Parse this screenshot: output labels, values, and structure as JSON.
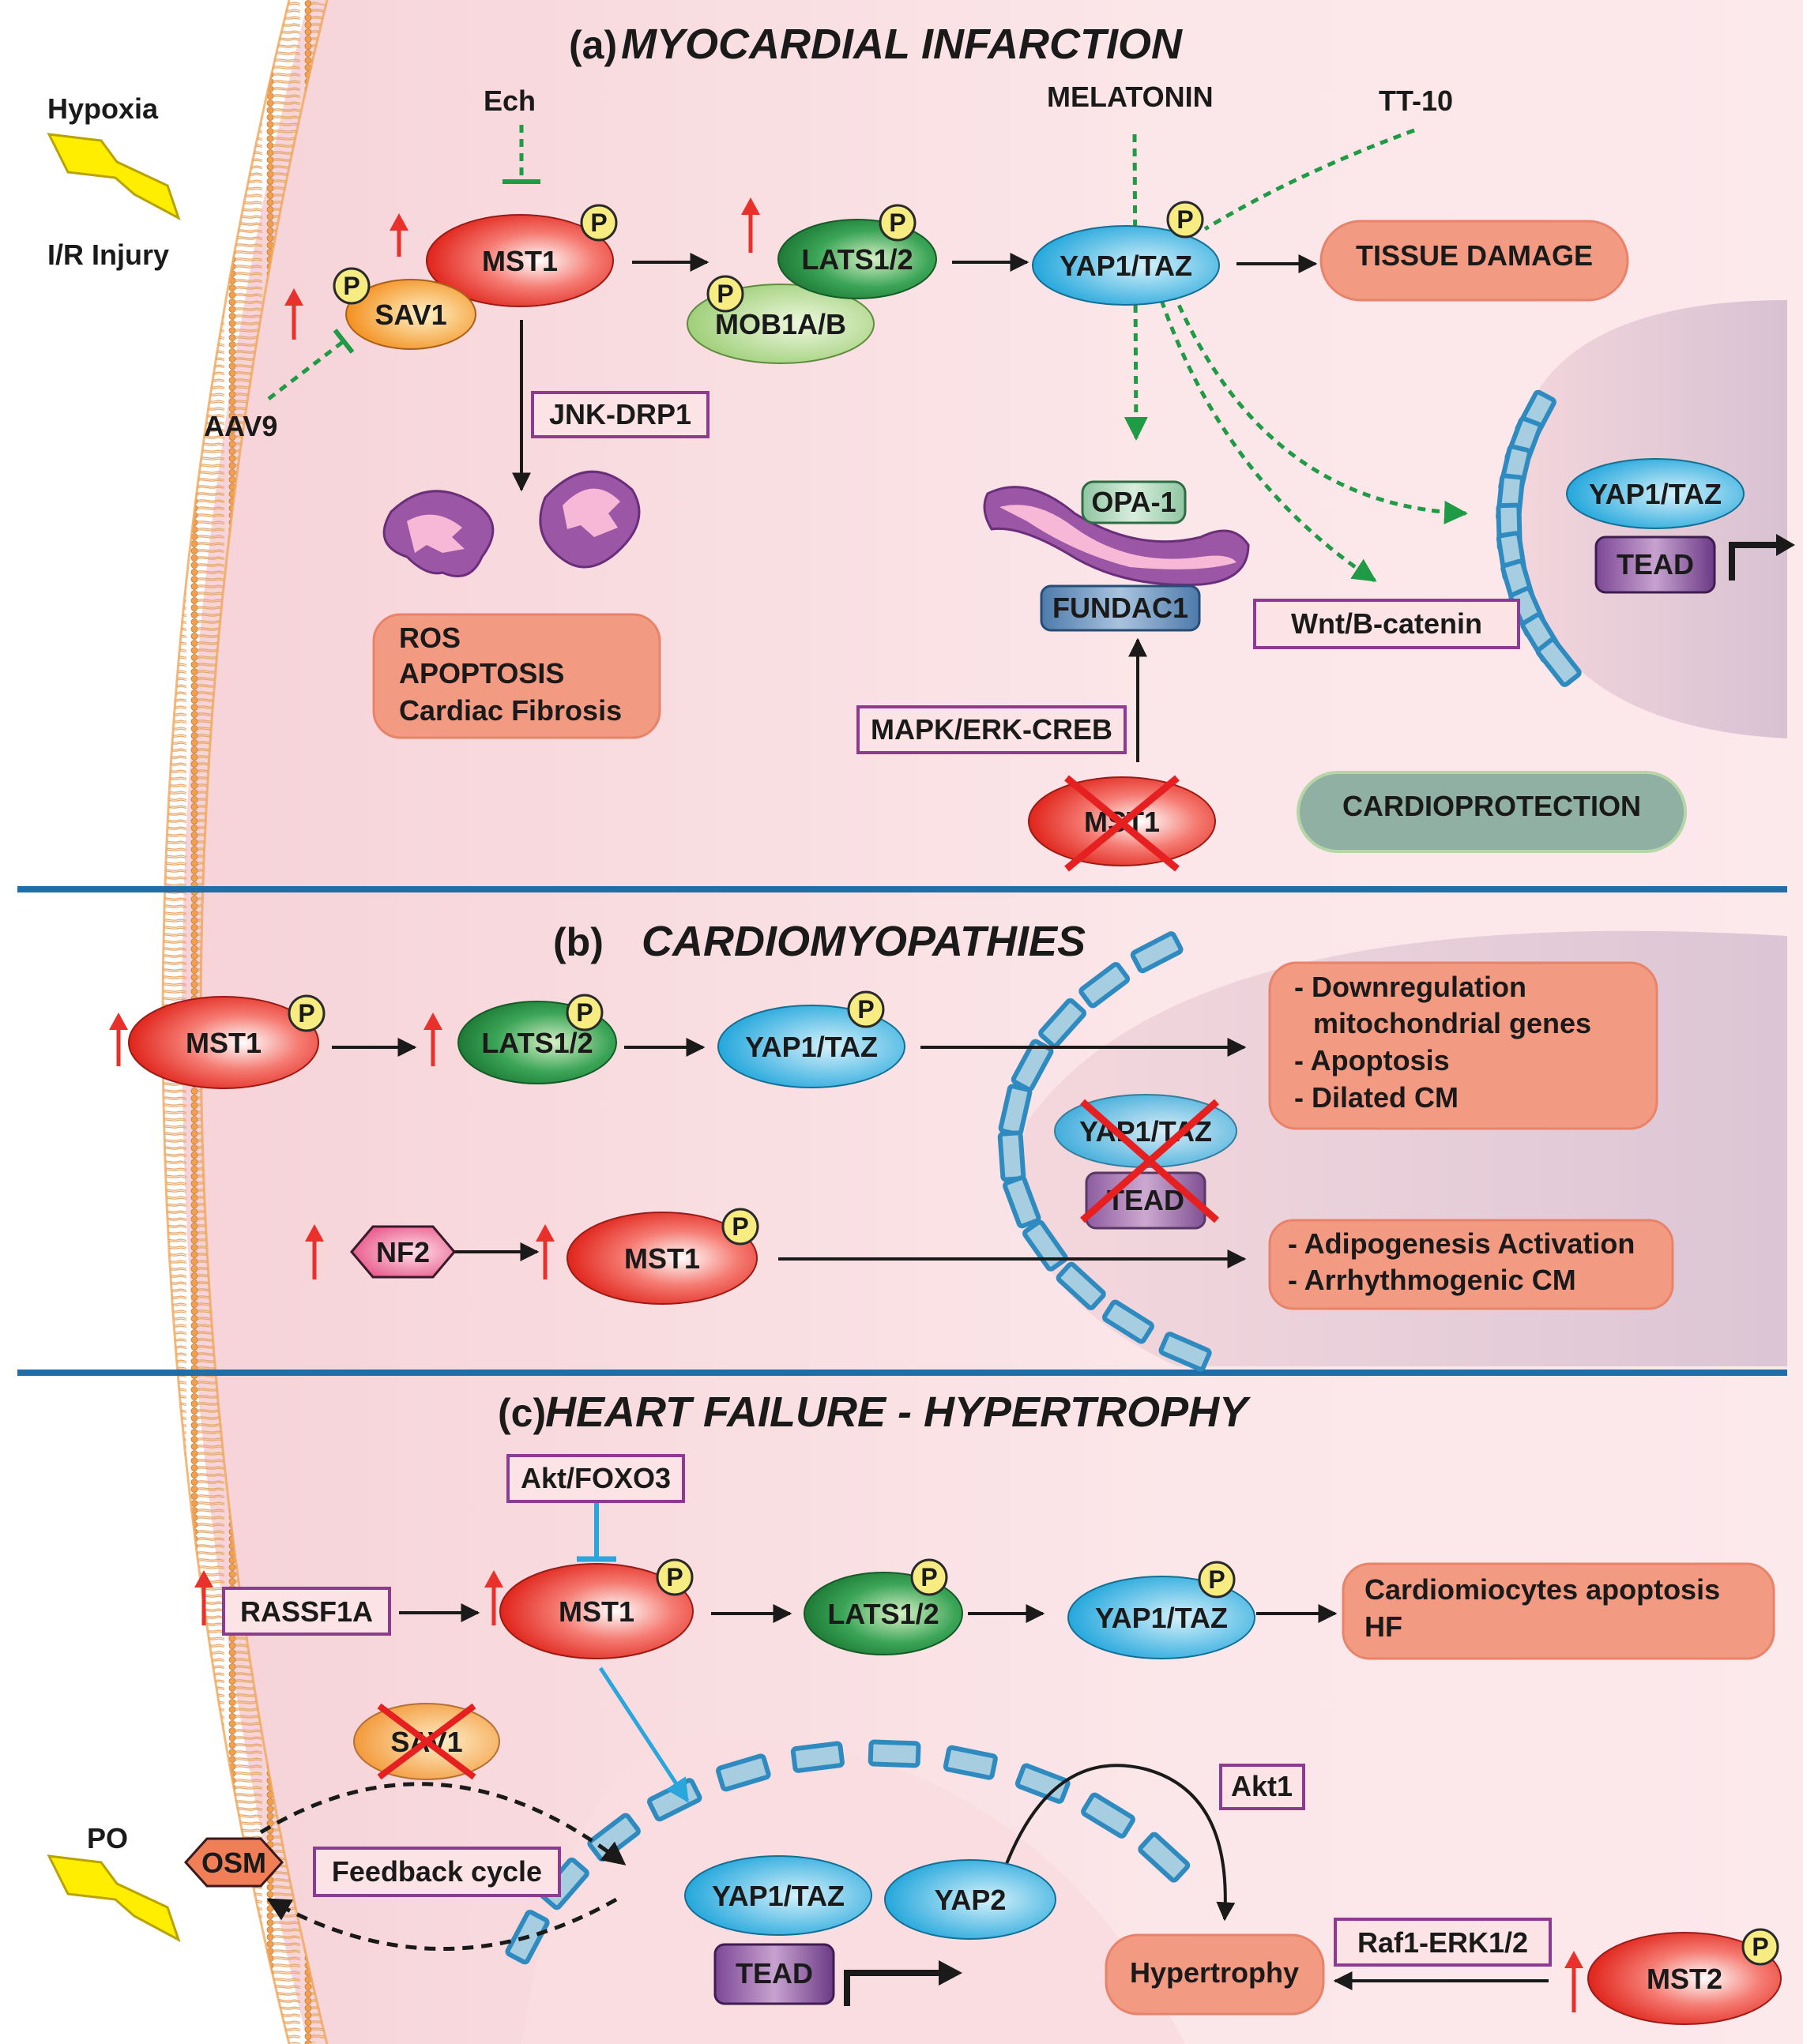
{
  "panel_a": {
    "letter": "(a)",
    "title": "MYOCARDIAL INFARCTION",
    "stimulus_top": "Hypoxia",
    "stimulus_bottom": "I/R Injury",
    "ech": "Ech",
    "melatonin": "MELATONIN",
    "tt10": "TT-10",
    "aav9": "AAV9",
    "mst1": "MST1",
    "sav1": "SAV1",
    "lats": "LATS1/2",
    "mob": "MOB1A/B",
    "yap": "YAP1/TAZ",
    "tissue_damage": "TISSUE DAMAGE",
    "jnk": "JNK-DRP1",
    "ros_lines": [
      "ROS",
      "APOPTOSIS",
      "Cardiac Fibrosis"
    ],
    "opa": "OPA-1",
    "fundac": "FUNDAC1",
    "mapk": "MAPK/ERK-CREB",
    "mst1_ko": "MST1",
    "wnt": "Wnt/B-catenin",
    "nuc_yap": "YAP1/TAZ",
    "nuc_tead": "TEAD",
    "cardioprotection": "CARDIOPROTECTION",
    "phospho": "P"
  },
  "panel_b": {
    "letter": "(b)",
    "title": "CARDIOMYOPATHIES",
    "mst1": "MST1",
    "lats": "LATS1/2",
    "yap": "YAP1/TAZ",
    "outcome1": [
      "- Downregulation",
      "mitochondrial genes",
      "- Apoptosis",
      "- Dilated CM"
    ],
    "nuc_yap": "YAP1/TAZ",
    "nuc_tead": "TEAD",
    "nf2": "NF2",
    "mst1_2": "MST1",
    "outcome2": [
      "- Adipogenesis Activation",
      "- Arrhythmogenic CM"
    ]
  },
  "panel_c": {
    "letter": "(c)",
    "title": "HEART FAILURE - HYPERTROPHY",
    "akt_foxo": "Akt/FOXO3",
    "rassf": "RASSF1A",
    "mst1": "MST1",
    "lats": "LATS1/2",
    "yap": "YAP1/TAZ",
    "outcome": [
      "Cardiomiocytes apoptosis",
      "HF"
    ],
    "sav1_ko": "SAV1",
    "po": "PO",
    "osm": "OSM",
    "feedback": "Feedback cycle",
    "akt1": "Akt1",
    "nuc_yap": "YAP1/TAZ",
    "yap2": "YAP2",
    "nuc_tead": "TEAD",
    "hypertrophy": "Hypertrophy",
    "raf": "Raf1-ERK1/2",
    "mst2": "MST2"
  },
  "colors": {
    "background": "#fbe3e6",
    "membrane": "#f0a75a",
    "separator": "#1f6ea8",
    "nucleus_envelope": "#2f8bbf",
    "up_arrow": "#e8312a",
    "inhibitor_green": "#2aa14a",
    "outcome_box": "#f39a83",
    "cardioprotection_box": "#8fb0a3",
    "bracket_box": "#8c3b91"
  }
}
